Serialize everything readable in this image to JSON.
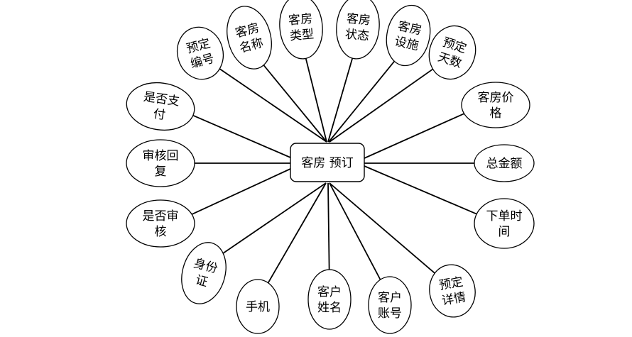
{
  "entity": {
    "name": "客房 预订"
  },
  "attributes": [
    {
      "id": "booking-number",
      "lines": [
        "预定",
        "编号"
      ]
    },
    {
      "id": "room-name",
      "lines": [
        "客房",
        "名称"
      ]
    },
    {
      "id": "room-type",
      "lines": [
        "客房",
        "类型"
      ]
    },
    {
      "id": "room-status",
      "lines": [
        "客房",
        "状态"
      ]
    },
    {
      "id": "room-facilities",
      "lines": [
        "客房",
        "设施"
      ]
    },
    {
      "id": "booking-days",
      "lines": [
        "预定",
        "天数"
      ]
    },
    {
      "id": "room-price",
      "lines": [
        "客房价",
        "格"
      ]
    },
    {
      "id": "total-amount",
      "lines": [
        "总金额"
      ]
    },
    {
      "id": "order-time",
      "lines": [
        "下单时",
        "间"
      ]
    },
    {
      "id": "booking-details",
      "lines": [
        "预定",
        "详情"
      ]
    },
    {
      "id": "customer-account",
      "lines": [
        "客户",
        "账号"
      ]
    },
    {
      "id": "customer-name",
      "lines": [
        "客户",
        "姓名"
      ]
    },
    {
      "id": "phone",
      "lines": [
        "手机"
      ]
    },
    {
      "id": "id-card",
      "lines": [
        "身份",
        "证"
      ]
    },
    {
      "id": "is-reviewed",
      "lines": [
        "是否审",
        "核"
      ]
    },
    {
      "id": "review-reply",
      "lines": [
        "审核回",
        "复"
      ]
    },
    {
      "id": "is-paid",
      "lines": [
        "是否支",
        "付"
      ]
    }
  ]
}
